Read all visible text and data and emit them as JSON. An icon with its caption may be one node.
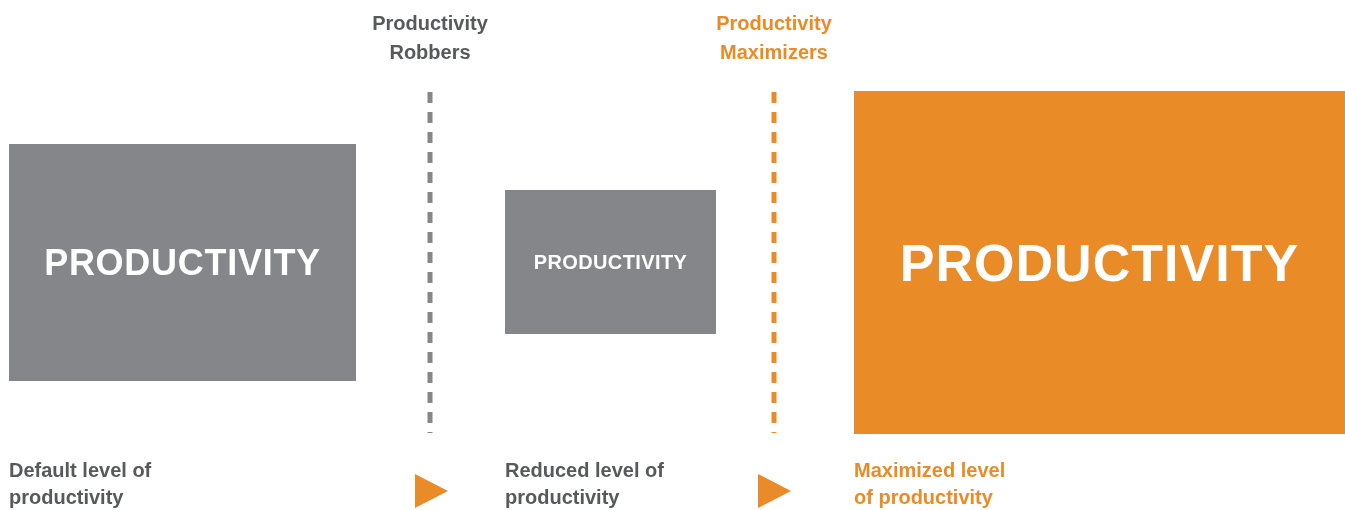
{
  "diagram": {
    "nodes": [
      {
        "text": [
          "PRODUCTIVITY"
        ]
      },
      {
        "text": [
          "PRODUCTIVITY"
        ]
      },
      {
        "text": [
          "PRODUCTIVITY"
        ]
      }
    ],
    "labels": [
      "Productivity Robbers",
      "Productivity Maximizers",
      "Default level of productivity",
      "Reduced level of productivity",
      "Maximized level of productivity"
    ]
  }
}
